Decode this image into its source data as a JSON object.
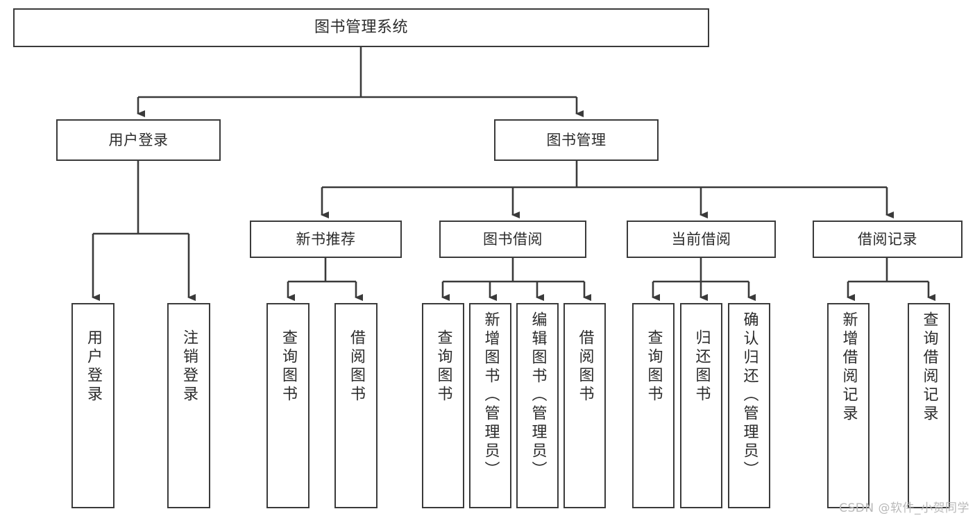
{
  "diagram": {
    "type": "tree",
    "title": "图书管理系统",
    "watermark": "CSDN @软件_小贺同学",
    "colors": {
      "background": "#ffffff",
      "node_border": "#3a3a3a",
      "node_fill": "#ffffff",
      "edge": "#3a3a3a",
      "text": "#2b2b2b",
      "watermark": "#b9b9b9"
    },
    "root": {
      "label": "图书管理系统"
    },
    "level1": [
      {
        "label": "用户登录"
      },
      {
        "label": "图书管理"
      }
    ],
    "level2": [
      {
        "label": "新书推荐",
        "parent": "图书管理"
      },
      {
        "label": "图书借阅",
        "parent": "图书管理"
      },
      {
        "label": "当前借阅",
        "parent": "图书管理"
      },
      {
        "label": "借阅记录",
        "parent": "图书管理"
      }
    ],
    "leaves": {
      "user_login": [
        {
          "label": "用户登录"
        },
        {
          "label": "注销登录"
        }
      ],
      "new_book_recommend": [
        {
          "label": "查询图书"
        },
        {
          "label": "借阅图书"
        }
      ],
      "book_borrow": [
        {
          "label": "查询图书"
        },
        {
          "label": "新增图书（管理员）"
        },
        {
          "label": "编辑图书（管理员）"
        },
        {
          "label": "借阅图书"
        }
      ],
      "current_borrow": [
        {
          "label": "查询图书"
        },
        {
          "label": "归还图书"
        },
        {
          "label": "确认归还（管理员）"
        }
      ],
      "borrow_record": [
        {
          "label": "新增借阅记录"
        },
        {
          "label": "查询借阅记录"
        }
      ]
    }
  }
}
